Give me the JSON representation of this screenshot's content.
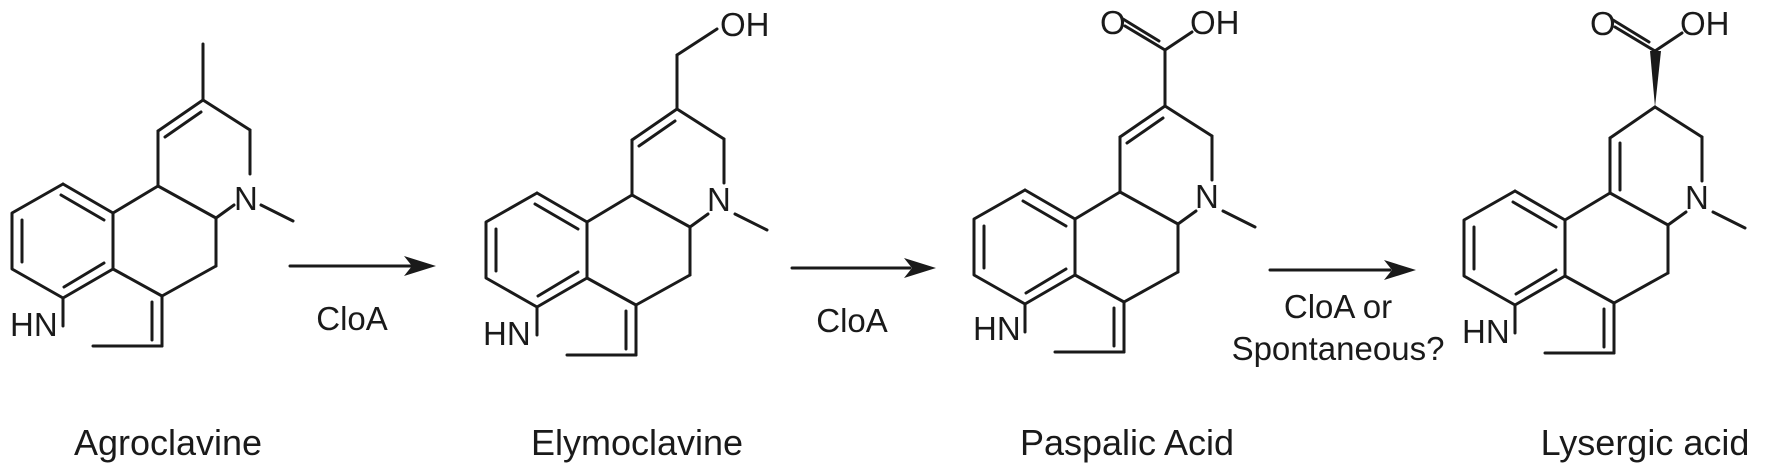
{
  "compounds": [
    {
      "name": "Agroclavine",
      "nh_label": "HN",
      "n_label": "N"
    },
    {
      "name": "Elymoclavine",
      "nh_label": "HN",
      "n_label": "N",
      "oh_label": "OH"
    },
    {
      "name": "Paspalic Acid",
      "nh_label": "HN",
      "n_label": "N",
      "o_label": "O",
      "oh_label": "OH"
    },
    {
      "name": "Lysergic acid",
      "nh_label": "HN",
      "n_label": "N",
      "o_label": "O",
      "oh_label": "OH"
    }
  ],
  "steps": [
    {
      "enzyme": "CloA"
    },
    {
      "enzyme": "CloA"
    },
    {
      "enzyme_line1": "CloA or",
      "enzyme_line2": "Spontaneous?"
    }
  ],
  "colors": {
    "ink": "#1a1a1a",
    "background": "#ffffff"
  }
}
